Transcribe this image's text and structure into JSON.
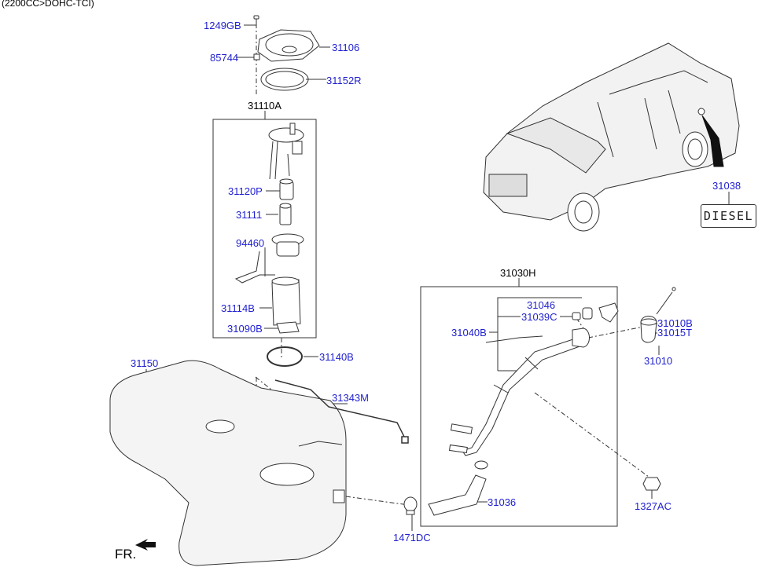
{
  "header": {
    "engine_label": "(2200CC>DOHC-TCI)"
  },
  "diesel_plate": {
    "text": "DIESEL"
  },
  "direction_marker": {
    "text": "FR."
  },
  "parts": {
    "p1249GB": "1249GB",
    "p85744": "85744",
    "p31106": "31106",
    "p31152R": "31152R",
    "p31110A": "31110A",
    "p31120P": "31120P",
    "p31111": "31111",
    "p94460": "94460",
    "p31114B": "31114B",
    "p31090B": "31090B",
    "p31140B": "31140B",
    "p31150": "31150",
    "p31343M": "31343M",
    "p31038": "31038",
    "p31030H": "31030H",
    "p31046": "31046",
    "p31039C": "31039C",
    "p31040B": "31040B",
    "p31010B": "31010B",
    "p31015T": "31015T",
    "p31010": "31010",
    "p31036": "31036",
    "p1327AC": "1327AC",
    "p1471DC": "1471DC"
  },
  "colors": {
    "part_link": "#1f1fd0",
    "lines": "#333333",
    "panel_fill": "#f4f4f4"
  }
}
